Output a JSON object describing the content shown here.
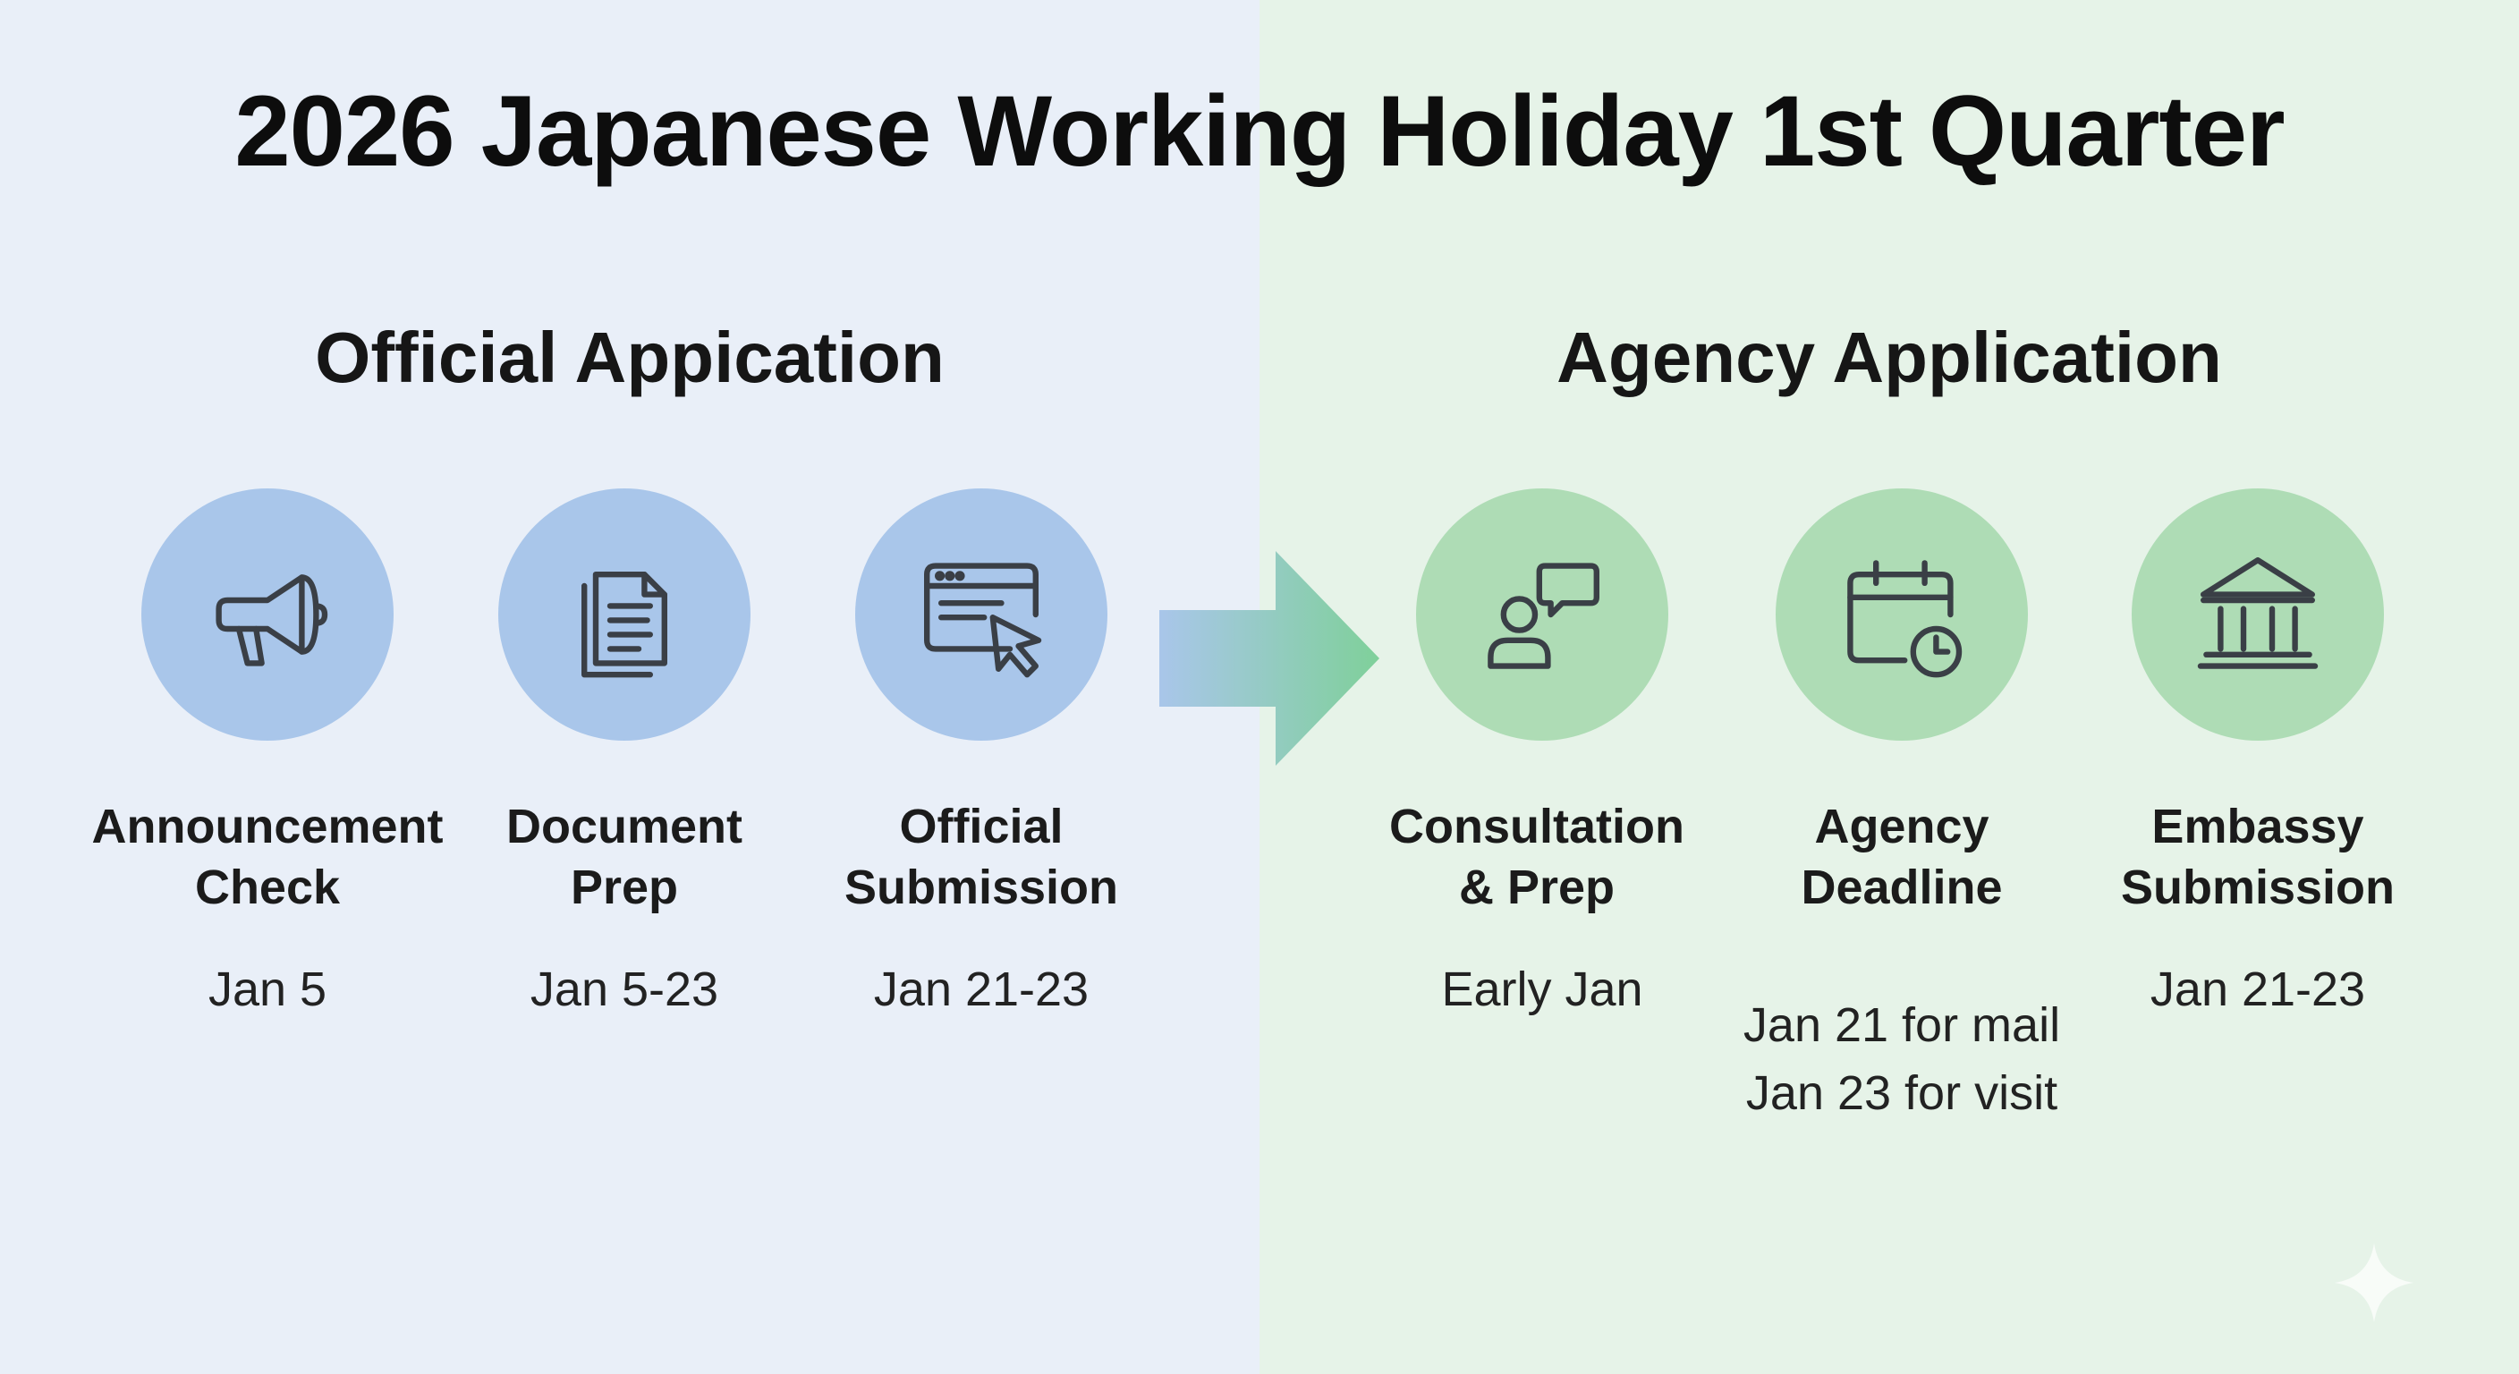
{
  "title": "2026 Japanese Working Holiday 1st Quarter",
  "colors": {
    "left_background": "#e9eff8",
    "right_background": "#e6f3e8",
    "official_circle": "#a9c6ea",
    "agency_circle": "#aedcb5",
    "icon_stroke": "#3a3f46"
  },
  "sections": [
    {
      "title": "Official Appication",
      "steps": [
        {
          "icon": "megaphone-icon",
          "label_lines": [
            "Announcement",
            "Check"
          ],
          "date_lines": [
            "Jan 5"
          ]
        },
        {
          "icon": "document-icon",
          "label_lines": [
            "Document",
            "Prep"
          ],
          "date_lines": [
            "Jan 5-23"
          ]
        },
        {
          "icon": "browser-cursor-icon",
          "label_lines": [
            "Official",
            "Submission"
          ],
          "date_lines": [
            "Jan 21-23"
          ]
        }
      ]
    },
    {
      "title": "Agency Application",
      "steps": [
        {
          "icon": "person-chat-icon",
          "label_lines": [
            "Consultation",
            "& Prep"
          ],
          "date_lines": [
            "Early Jan"
          ]
        },
        {
          "icon": "calendar-clock-icon",
          "label_lines": [
            "Agency",
            "Deadline"
          ],
          "date_lines": [
            "Jan 21 for mail",
            "Jan 23 for visit"
          ]
        },
        {
          "icon": "bank-building-icon",
          "label_lines": [
            "Embassy",
            "Submission"
          ],
          "date_lines": [
            "Jan 21-23"
          ]
        }
      ]
    }
  ]
}
